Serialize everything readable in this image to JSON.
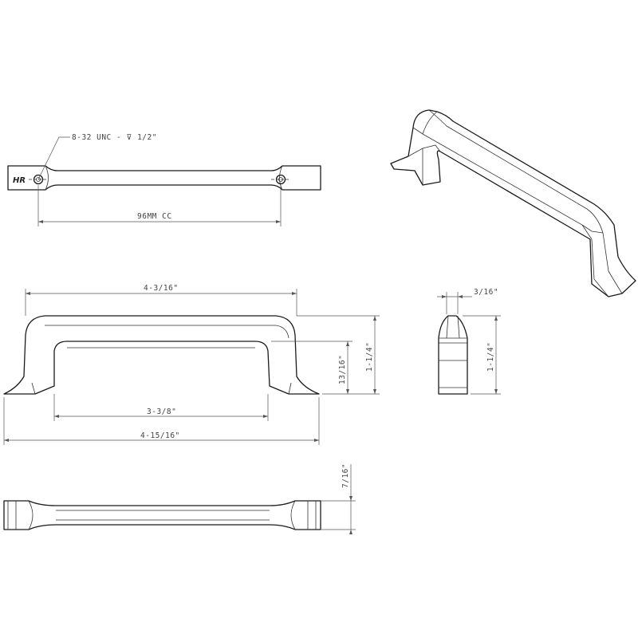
{
  "logo": "HR",
  "callouts": {
    "hole_spec": "8-32 UNC - ⊽ 1/2\""
  },
  "dimensions": {
    "center_to_center": "96MM CC",
    "top_width": "4-3/16\"",
    "inner_span": "3-3/8\"",
    "overall_length": "4-15/16\"",
    "inner_height": "13/16\"",
    "overall_height_front": "1-1/4\"",
    "side_width": "3/16\"",
    "overall_height_side": "1-1/4\"",
    "bottom_depth": "7/16\""
  }
}
